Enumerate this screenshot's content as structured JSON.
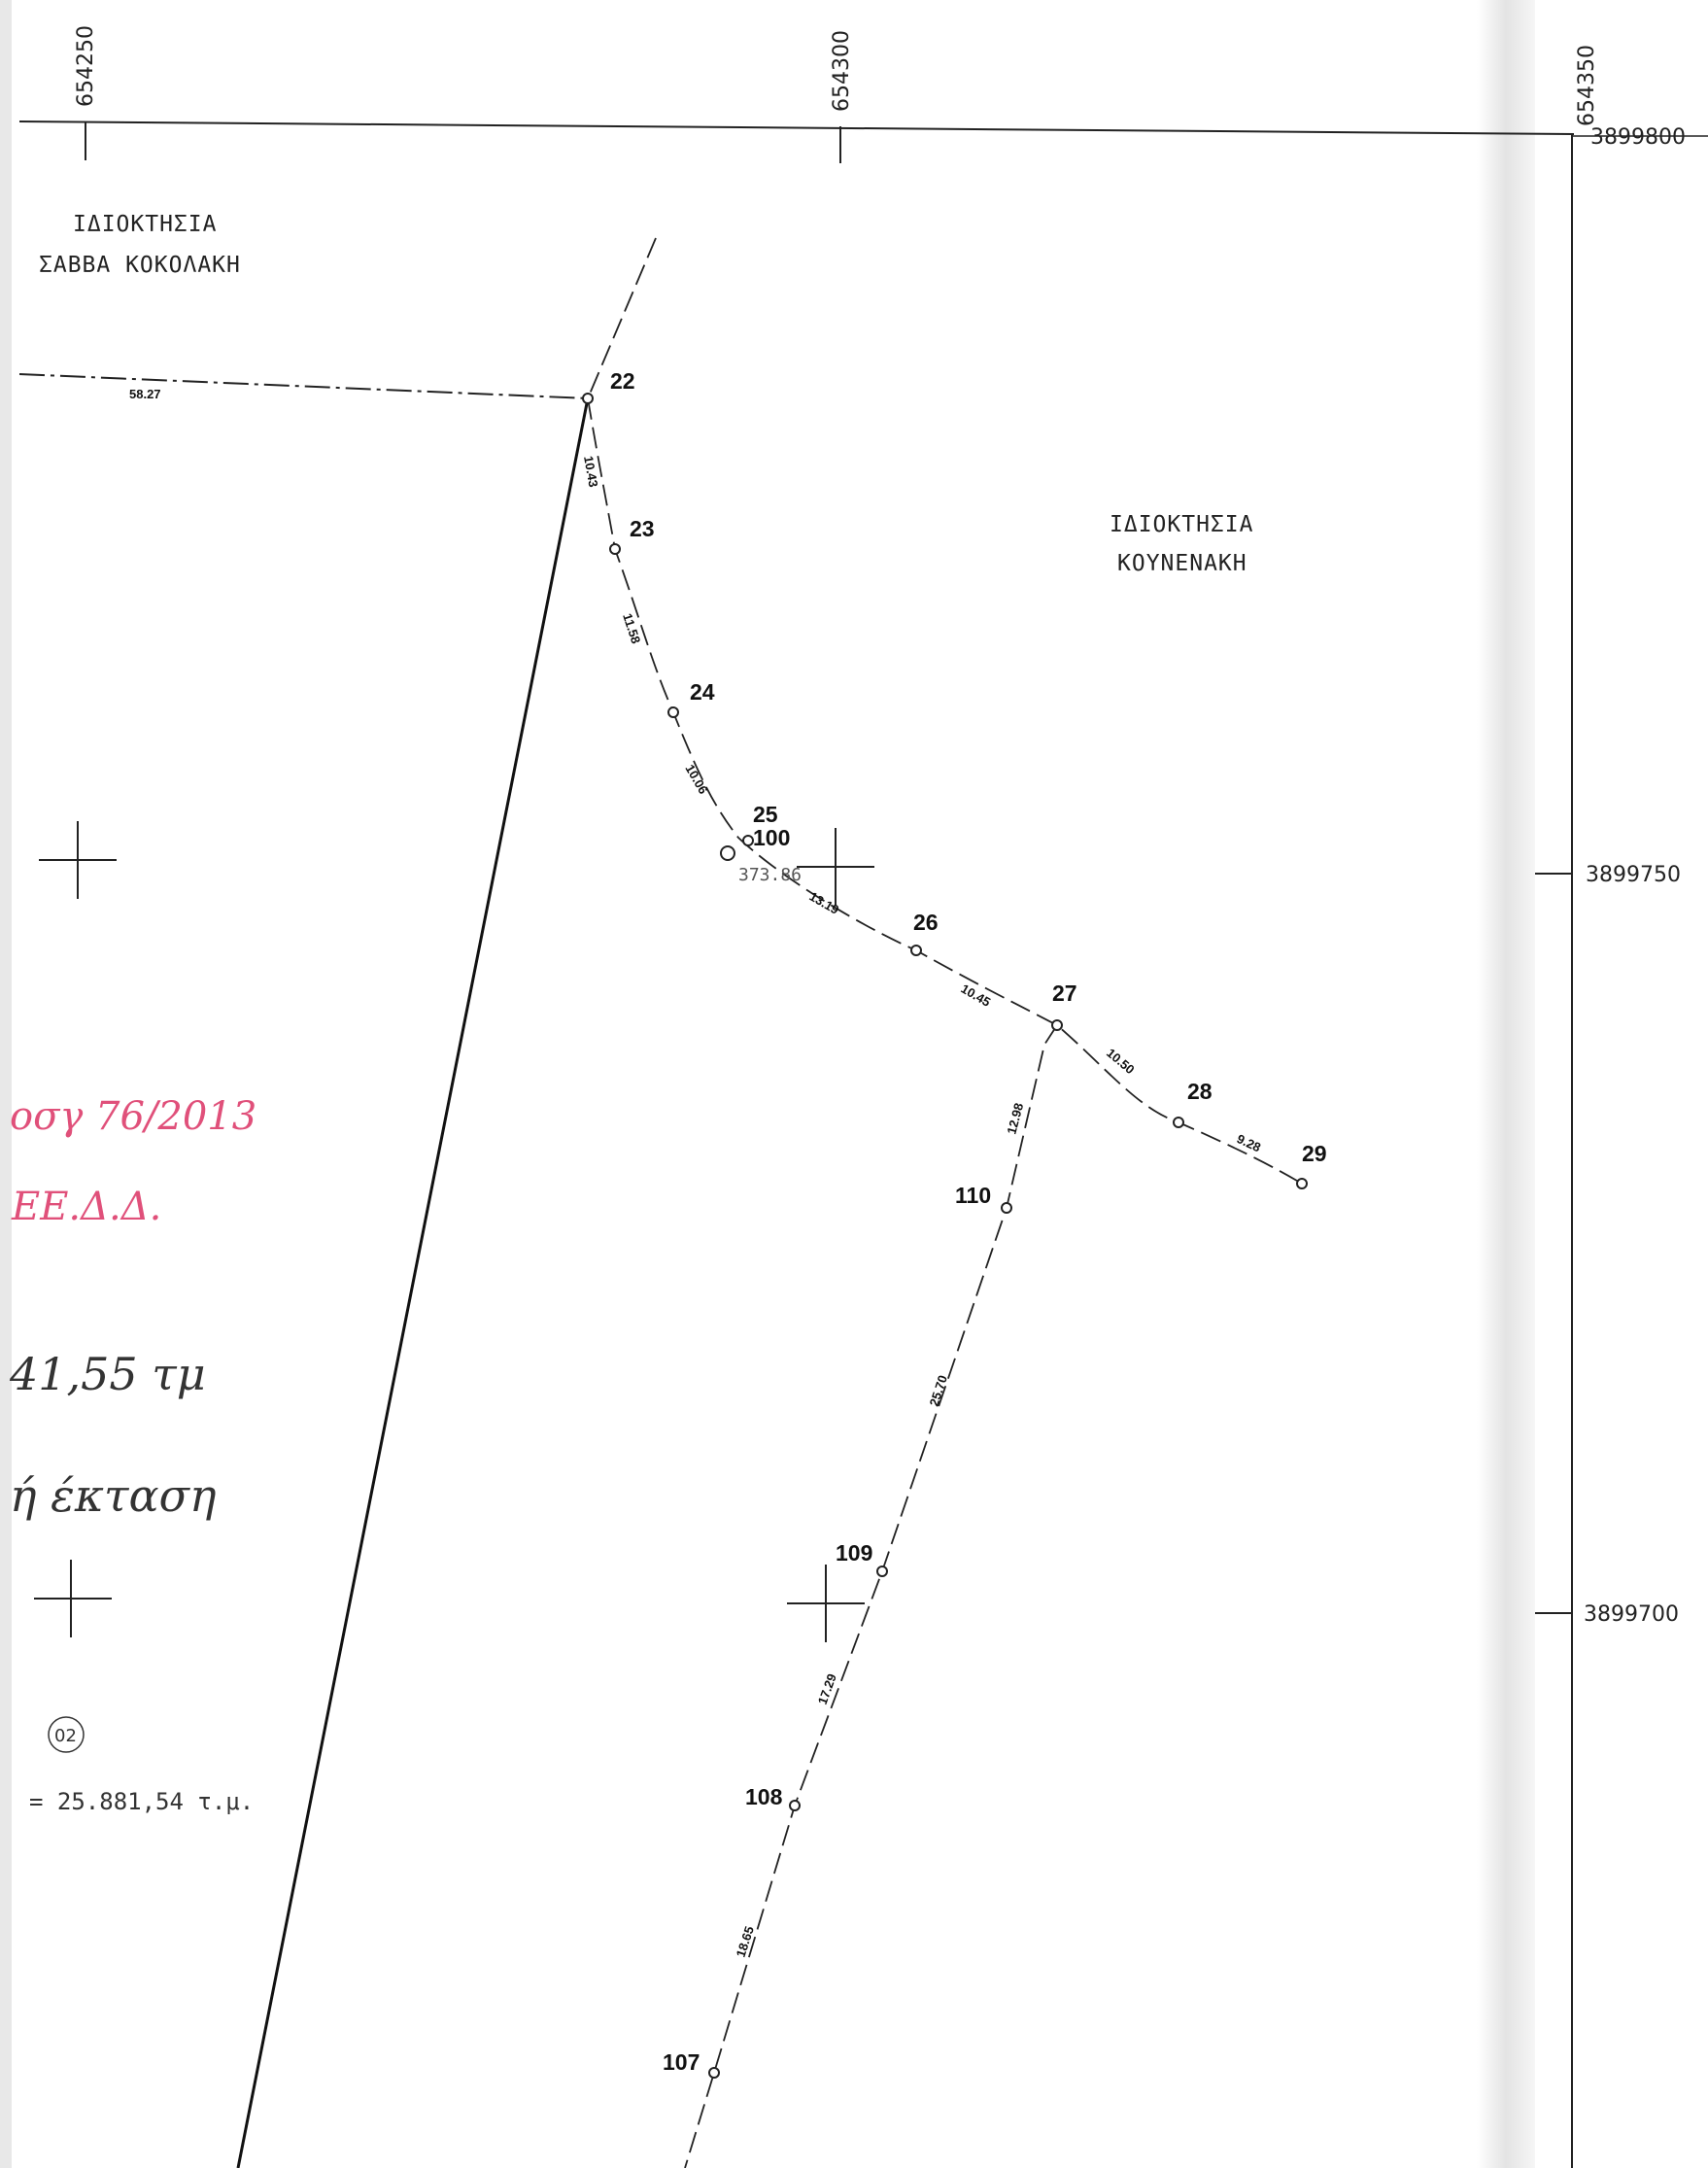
{
  "grid": {
    "x_labels": [
      "654250",
      "654300",
      "654350"
    ],
    "y_labels": [
      "3899800",
      "3899750",
      "3899700"
    ]
  },
  "properties": {
    "northwest": {
      "line1": "ΙΔΙΟΚΤΗΣΙΑ",
      "line2": "ΣΑΒΒΑ ΚΟΚΟΛΑΚΗ"
    },
    "east": {
      "line1": "ΙΔΙΟΚΤΗΣΙΑ",
      "line2": "ΚΟΥΝΕΝΑΚΗ"
    }
  },
  "points": {
    "p22": "22",
    "p23": "23",
    "p24": "24",
    "p25": "25",
    "p26": "26",
    "p27": "27",
    "p28": "28",
    "p29": "29",
    "p110": "110",
    "p109": "109",
    "p108": "108",
    "p107": "107",
    "p100": "100"
  },
  "elevation": "373.86",
  "distances": {
    "d_22_west": "58.27",
    "d_22_23": "10.43",
    "d_23_24": "11.58",
    "d_24_25": "10.06",
    "d_25_26": "13.19",
    "d_26_27": "10.45",
    "d_27_28": "10.50",
    "d_28_29": "9.28",
    "d_27_110": "12.98",
    "d_110_109": "25.70",
    "d_109_108": "17.29",
    "d_108_107": "18.65"
  },
  "handwritten": {
    "ref": "οσγ 76/2013",
    "org": "ΕΕ.Δ.Δ.",
    "area": "41,55 τμ",
    "note": "ή έκταση"
  },
  "parcel": {
    "id": "02",
    "area_text": "= 25.881,54 τ.μ."
  },
  "colors": {
    "line": "#111111",
    "handwriting_red": "#e0507a",
    "fold_shadow": "#dcdcdc"
  }
}
